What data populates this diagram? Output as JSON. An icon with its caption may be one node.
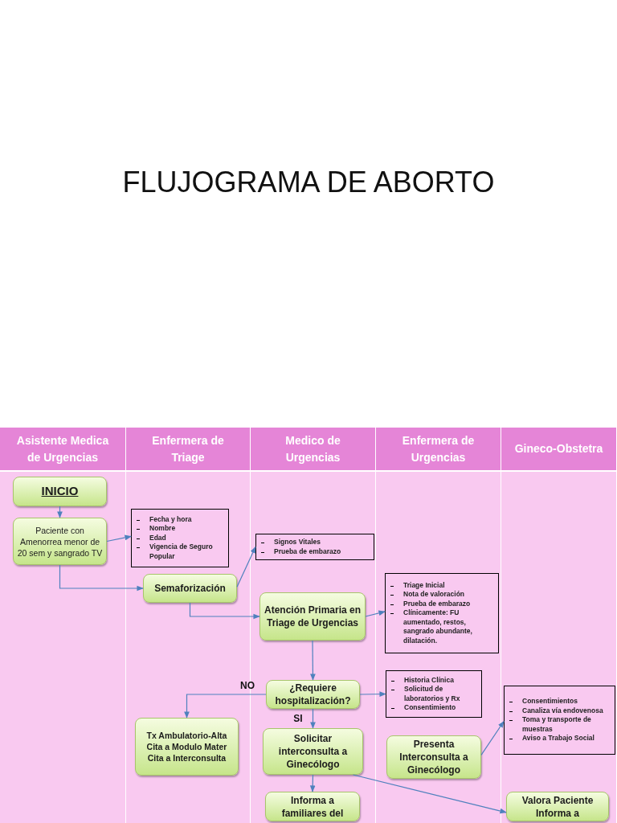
{
  "diagram": {
    "title": "FLUJOGRAMA DE ABORTO",
    "nodes": [
      {
        "text": [
          "Asistente Medica de Urgencias"
        ]
      },
      {
        "text": [
          "Enfermera de Triage"
        ]
      },
      {
        "text": [
          "Medico de Urgencias"
        ]
      },
      {
        "text": [
          "Enfermera de Urgencias"
        ]
      },
      {
        "text": [
          "Gineco-Obstetra"
        ]
      },
      {
        "text": [
          "INICIO"
        ],
        "in": 0
      },
      {
        "text": [
          "Paciente con Amenorrea menor de 20 sem y sangrado TV"
        ],
        "in": 0
      },
      {
        "text": [
          "Fecha y hora",
          "Nombre",
          "Edad",
          "Vigencia de Seguro Popular"
        ],
        "in": 1
      },
      {
        "text": [
          "Semaforización"
        ],
        "in": 1
      },
      {
        "text": [
          "Signos Vitales",
          "Prueba de embarazo"
        ],
        "in": 2
      },
      {
        "text": [
          "Atención Primaria en Triage de Urgencias"
        ],
        "in": 2
      },
      {
        "text": [
          "Triage Inicial",
          "Nota de valoración",
          "Prueba de embarazo",
          "Clínicamente: FU aumentado, restos, sangrado abundante, dilatación."
        ],
        "in": 3
      },
      {
        "text": [
          "¿Requiere hospitalización?"
        ],
        "in": 2
      },
      {
        "text": [
          "Historia Clínica",
          "Solicitud de laboratorios y Rx",
          "Consentimiento"
        ],
        "in": 3
      },
      {
        "text": [
          "Tx Ambulatorio-Alta Cita a Modulo Mater Cita a Interconsulta"
        ],
        "in": 1
      },
      {
        "text": [
          "Solicitar interconsulta a Ginecólogo"
        ],
        "in": 2
      },
      {
        "text": [
          "Presenta Interconsulta a Ginecólogo"
        ],
        "in": 3
      },
      {
        "text": [
          "Consentimientos",
          "Canaliza vía endovenosa",
          "Toma y transporte de muestras",
          "Aviso a Trabajo Social"
        ],
        "in": 4
      },
      {
        "text": [
          "Informa a familiares del"
        ],
        "in": 2
      },
      {
        "text": [
          "Valora Paciente Informa a"
        ],
        "in": 4
      }
    ],
    "edges": [
      {
        "from": 5,
        "to": 6,
        "arrow": "to"
      },
      {
        "from": 6,
        "to": 7,
        "arrow": "to"
      },
      {
        "from": 6,
        "to": 8,
        "arrow": "to"
      },
      {
        "from": 8,
        "to": 9,
        "arrow": "to"
      },
      {
        "from": 8,
        "to": 10,
        "arrow": "to"
      },
      {
        "from": 10,
        "to": 11,
        "arrow": "to"
      },
      {
        "from": 10,
        "to": 12,
        "arrow": "to"
      },
      {
        "from": 12,
        "to": 13,
        "arrow": "to"
      },
      {
        "from": 12,
        "to": 14,
        "arrow": "to",
        "label": "NO"
      },
      {
        "from": 12,
        "to": 15,
        "arrow": "to",
        "label": "SI"
      },
      {
        "from": 16,
        "to": 17,
        "arrow": "to"
      },
      {
        "from": 15,
        "to": 18,
        "arrow": "to"
      },
      {
        "from": 15,
        "to": 19,
        "arrow": "to"
      }
    ]
  }
}
